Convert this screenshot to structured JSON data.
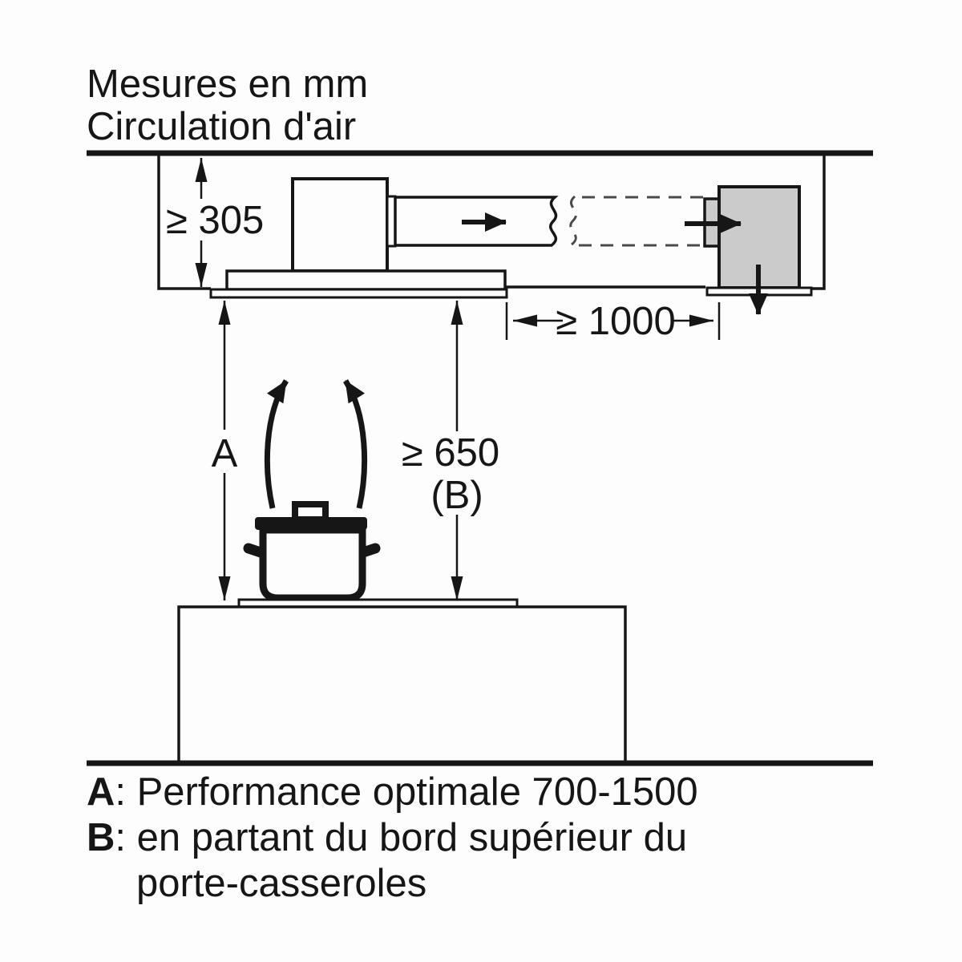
{
  "title": {
    "line1": "Mesures en mm",
    "line2": "Circulation d'air"
  },
  "dimensions": {
    "ceiling_clearance": "≥ 305",
    "hood_height_label": "A",
    "min_hob_distance": "≥ 650",
    "min_hob_distance_ref": "(B)",
    "min_duct_length": "≥ 1000"
  },
  "legend": {
    "a_term": "A",
    "a_desc": ": Performance optimale 700-1500",
    "b_term": "B",
    "b_desc": ": en partant du bord supérieur du",
    "b_desc_cont": "porte-casseroles"
  },
  "colors": {
    "line": "#161616",
    "dashed_duct": "#4a4a4a",
    "vent_box_fill": "#cbcbcb",
    "background": "#fdfdfd"
  }
}
